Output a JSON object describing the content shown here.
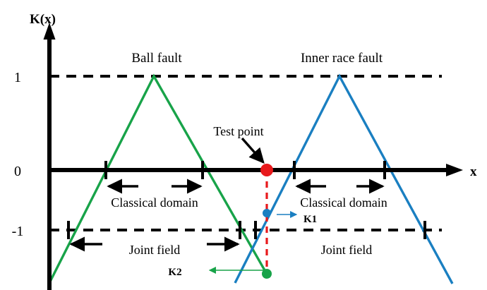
{
  "figure": {
    "axes": {
      "y_axis_label": "K(x)",
      "x_axis_label": "x",
      "y_ticks": [
        "1",
        "0",
        "-1"
      ]
    },
    "series": [
      {
        "key": "ball",
        "label": "Ball fault",
        "color": "#18a349",
        "peak_value": 1,
        "zero_crossings": [
          -1,
          1
        ],
        "minus_one_crossings": [
          -2,
          2
        ]
      },
      {
        "key": "inner_race",
        "label": "Inner race fault",
        "color": "#1a7fc1",
        "peak_value": 1,
        "zero_crossings": [
          -1,
          1
        ],
        "minus_one_crossings": [
          -2,
          2
        ]
      }
    ],
    "test_point": {
      "label": "Test point",
      "marker_color": "#e8191c",
      "drop_line_color": "#e8191c",
      "k_on_inner_race": "K1",
      "k_on_ball": "K2",
      "inner_race_marker_color": "#1a7fc1",
      "ball_marker_color": "#18a349"
    },
    "regions": {
      "classical_domain_label": "Classical domain",
      "joint_field_label": "Joint field"
    },
    "chart_data": {
      "type": "line",
      "title": "",
      "xlabel": "x",
      "ylabel": "K(x)",
      "ylim": [
        -1.75,
        1.35
      ],
      "yticks": [
        1,
        0,
        -1
      ],
      "grid": false,
      "reference_lines": [
        {
          "y": 1,
          "style": "dashed",
          "color": "#000000"
        },
        {
          "y": -1,
          "style": "dashed",
          "color": "#000000"
        }
      ],
      "series": [
        {
          "name": "Ball fault",
          "color": "#18a349",
          "points": [
            [
              -2.25,
              -1.45
            ],
            [
              0.0,
              1.0
            ],
            [
              2.35,
              -1.6
            ]
          ]
        },
        {
          "name": "Inner race fault",
          "color": "#1a7fc1",
          "points": [
            [
              1.58,
              -1.45
            ],
            [
              3.85,
              1.0
            ],
            [
              6.05,
              -1.4
            ]
          ]
        }
      ],
      "markers": [
        {
          "name": "Test point",
          "x": 3.0,
          "y": 0.0,
          "color": "#e8191c"
        },
        {
          "name": "K1 membership",
          "x": 3.0,
          "y": -0.68,
          "color": "#1a7fc1"
        },
        {
          "name": "K2 membership",
          "x": 3.0,
          "y": -1.62,
          "color": "#18a349"
        }
      ],
      "annotations": [
        {
          "text": "Ball fault",
          "x": 0.05,
          "y": 1.25,
          "color": "#18a349"
        },
        {
          "text": "Inner race fault",
          "x": 3.9,
          "y": 1.25,
          "color": "#1a7fc1"
        },
        {
          "text": "Test point",
          "x": 2.35,
          "y": 0.62,
          "color": "#000000"
        },
        {
          "text": "Classical domain",
          "x": -0.02,
          "y": -0.35,
          "color": "#000000"
        },
        {
          "text": "Classical domain",
          "x": 3.85,
          "y": -0.35,
          "color": "#000000"
        },
        {
          "text": "Joint field",
          "x": -0.05,
          "y": -1.28,
          "color": "#000000"
        },
        {
          "text": "Joint field",
          "x": 3.85,
          "y": -1.28,
          "color": "#000000"
        },
        {
          "text": "K1",
          "x": 3.9,
          "y": -0.75,
          "color": "#000000"
        },
        {
          "text": "K2",
          "x": 1.1,
          "y": -1.62,
          "color": "#000000"
        }
      ]
    }
  }
}
